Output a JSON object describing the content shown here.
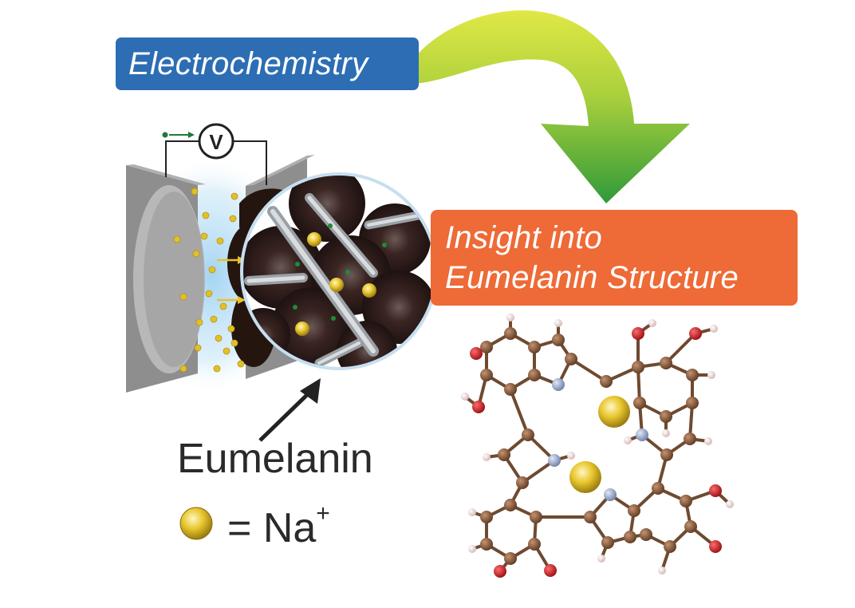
{
  "labels": {
    "electrochemistry": "Electrochemistry",
    "insight_line1": "Insight into",
    "insight_line2": "Eumelanin Structure",
    "eumelanin": "Eumelanin",
    "voltmeter": "V",
    "legend_equals": "= Na",
    "legend_charge": "+"
  },
  "colors": {
    "electrochemistry_box": "#2d6db3",
    "insight_box": "#ee6a36",
    "arrow_top": "#c8dc3a",
    "arrow_bottom": "#2f9a3a",
    "sodium": "#e8c62e",
    "carbon": "#8a5a3a",
    "oxygen": "#cc1f26",
    "nitrogen": "#8fa2c8",
    "hydrogen": "#f1d6d6",
    "eumelanin_particle": "#2a1a18",
    "electrode": "#9a9a9a"
  },
  "icons": [
    "curved-arrow-icon",
    "voltmeter-icon",
    "sodium-ion-icon",
    "pointer-arrow-icon"
  ]
}
